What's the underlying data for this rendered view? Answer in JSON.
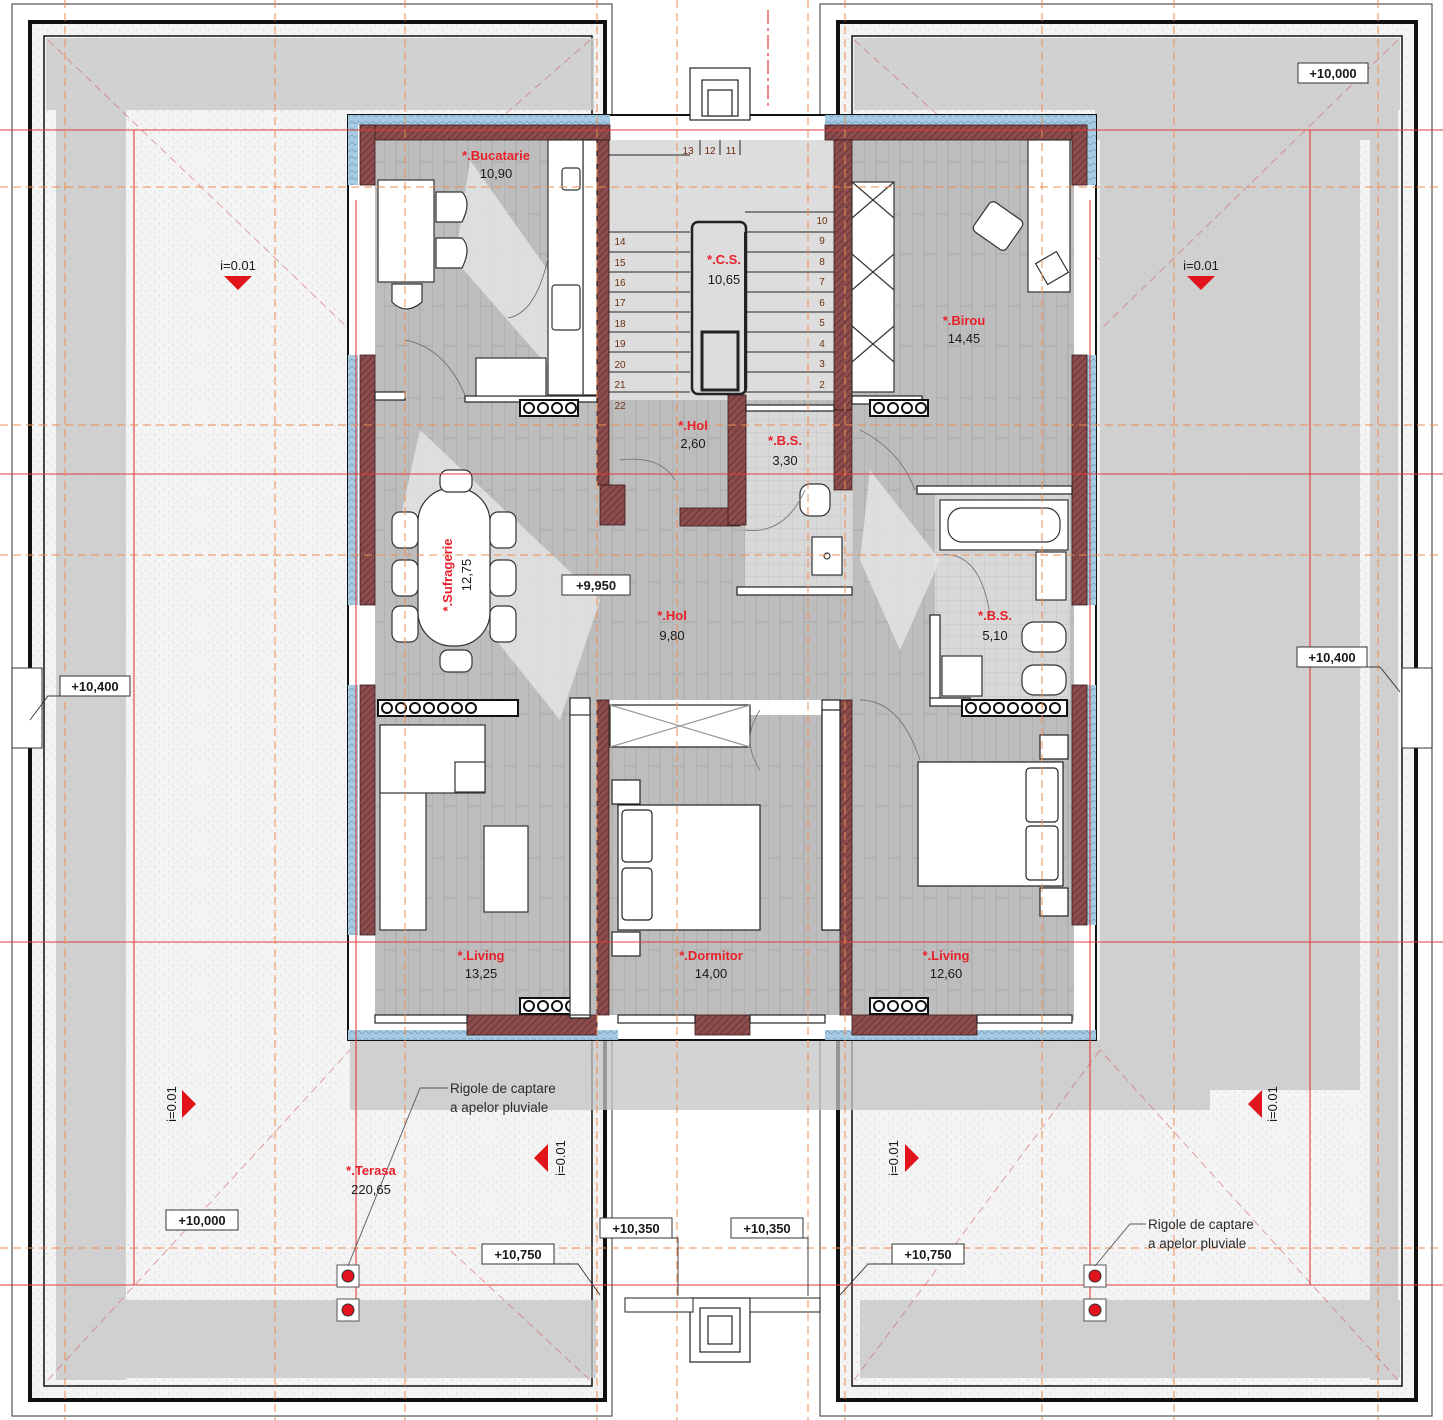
{
  "rooms": [
    {
      "name": "*.Bucatarie",
      "area": "10,90"
    },
    {
      "name": "*.C.S.",
      "area": "10,65"
    },
    {
      "name": "*.Birou",
      "area": "14,45"
    },
    {
      "name": "*.Hol",
      "area": "2,60"
    },
    {
      "name": "*.B.S.",
      "area": "3,30"
    },
    {
      "name": "*.Hol",
      "area": "9,80"
    },
    {
      "name": "*.B.S.",
      "area": "5,10"
    },
    {
      "name": "*.Sufragerie",
      "area": "12,75"
    },
    {
      "name": "*.Living",
      "area": "13,25"
    },
    {
      "name": "*.Dormitor",
      "area": "14,00"
    },
    {
      "name": "*.Living",
      "area": "12,60"
    },
    {
      "name": "*.Terasa",
      "area": "220,65"
    }
  ],
  "levels": [
    "+10,000",
    "+10,400",
    "+10,400",
    "+9,950",
    "+10,000",
    "+10,750",
    "+10,350",
    "+10,350",
    "+10,750"
  ],
  "slopes": [
    "i=0.01",
    "i=0.01",
    "i=0.01",
    "i=0.01",
    "i=0.01",
    "i=0.01"
  ],
  "notes": [
    {
      "line1": "Rigole de captare",
      "line2": "a apelor pluviale"
    },
    {
      "line1": "Rigole de captare",
      "line2": "a apelor pluviale"
    }
  ],
  "stairs": {
    "top": [
      "13",
      "12",
      "11"
    ],
    "left": [
      "14",
      "15",
      "16",
      "17",
      "18",
      "19",
      "20",
      "21",
      "22"
    ],
    "right": [
      "10",
      "9",
      "8",
      "7",
      "6",
      "5",
      "4",
      "3",
      "2"
    ]
  },
  "colors": {
    "wall_hatch": "#7a3a3a",
    "insulation": "#9dc3dc",
    "grid_solid": "#e23b3b",
    "grid_dashed": "#ee8c50",
    "terrace": "#f3f3f3",
    "roof_band": "#c9c9c9",
    "floor": "#b9b9b9",
    "room_name": "#e8202a"
  }
}
